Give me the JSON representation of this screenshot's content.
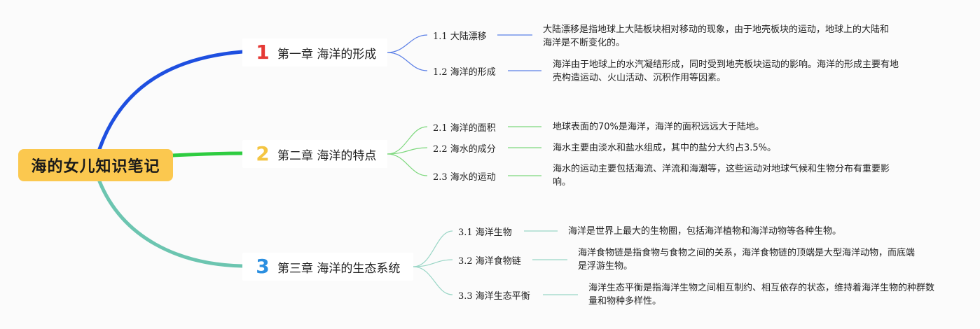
{
  "root": {
    "title": "海的女儿知识笔记"
  },
  "colors": {
    "root_bg": "#fbc84f",
    "chapter_1": "#1e4fe0",
    "chapter_2": "#2ecc40",
    "chapter_3": "#6cc5b0",
    "num_1": "#e53935",
    "num_2": "#f4c542",
    "num_3": "#2b8fe0",
    "sub_line_1": "#5b7fe6",
    "sub_line_2": "#7dd87d",
    "sub_line_3": "#9ad6c6"
  },
  "chapters": [
    {
      "number": "1",
      "title": "第一章 海洋的形成",
      "sections": [
        {
          "label": "1.1 大陆漂移",
          "desc": "大陆漂移是指地球上大陆板块相对移动的现象，由于地壳板块的运动，地球上的大陆和海洋是不断变化的。"
        },
        {
          "label": "1.2 海洋的形成",
          "desc": "海洋由于地球上的水汽凝结形成，同时受到地壳板块运动的影响。海洋的形成主要有地壳构造运动、火山活动、沉积作用等因素。"
        }
      ]
    },
    {
      "number": "2",
      "title": "第二章 海洋的特点",
      "sections": [
        {
          "label": "2.1 海洋的面积",
          "desc": "地球表面的70%是海洋，海洋的面积远远大于陆地。"
        },
        {
          "label": "2.2 海水的成分",
          "desc": "海水主要由淡水和盐水组成，其中的盐分大约占3.5%。"
        },
        {
          "label": "2.3 海水的运动",
          "desc": "海水的运动主要包括海流、洋流和海潮等，这些运动对地球气候和生物分布有重要影响。"
        }
      ]
    },
    {
      "number": "3",
      "title": "第三章 海洋的生态系统",
      "sections": [
        {
          "label": "3.1 海洋生物",
          "desc": "海洋是世界上最大的生物圈，包括海洋植物和海洋动物等各种生物。"
        },
        {
          "label": "3.2 海洋食物链",
          "desc": "海洋食物链是指食物与食物之间的关系，海洋食物链的顶端是大型海洋动物，而底端是浮游生物。"
        },
        {
          "label": "3.3 海洋生态平衡",
          "desc": "海洋生态平衡是指海洋生物之间相互制约、相互依存的状态，维持着海洋生物的种群数量和物种多样性。"
        }
      ]
    }
  ]
}
